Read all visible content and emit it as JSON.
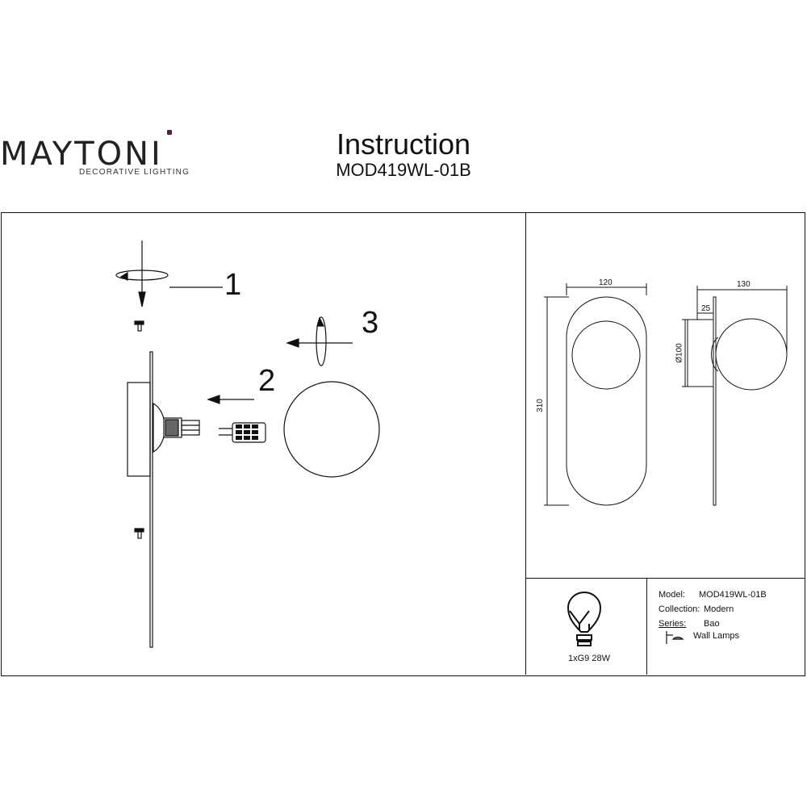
{
  "brand": {
    "name": "MAYTONI",
    "tagline": "DECORATIVE LIGHTING",
    "accent_color": "#5a1e3c"
  },
  "header": {
    "title": "Instruction",
    "model_code": "MOD419WL-01B"
  },
  "assembly": {
    "steps": [
      "1",
      "2",
      "3"
    ]
  },
  "dimensions": {
    "front_width": "120",
    "front_height": "310",
    "side_width": "130",
    "side_depth": "25",
    "shade_diameter": "Ø100"
  },
  "bulb": {
    "icon": "lightbulb-icon",
    "spec": "1xG9 28W"
  },
  "specs": {
    "model_label": "Model:",
    "model_value": "MOD419WL-01B",
    "collection_label": "Collection:",
    "collection_value": "Modern",
    "series_label": "Series:",
    "series_value": "Bao",
    "type_icon": "wall-lamp-icon",
    "type_value": "Wall Lamps"
  }
}
